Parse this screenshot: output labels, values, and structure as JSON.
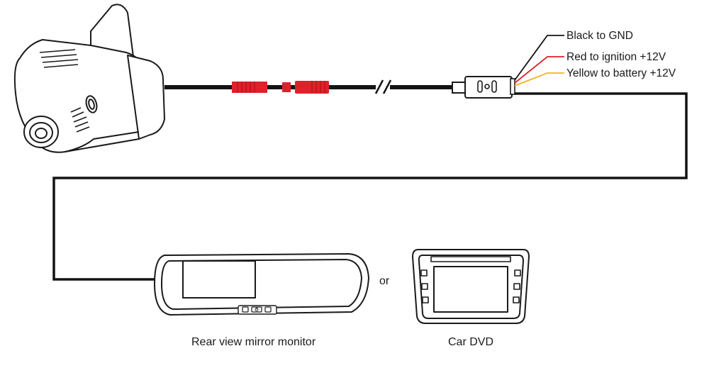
{
  "wire_labels": {
    "black": "Black to GND",
    "red": "Red to ignition +12V",
    "yellow": "Yellow to battery +12V"
  },
  "captions": {
    "or": "or",
    "mirror": "Rear view mirror monitor",
    "dvd": "Car DVD"
  },
  "colors": {
    "cable": "#141414",
    "connector_red": "#e0202a",
    "wire_black": "#141414",
    "wire_red": "#e0202a",
    "wire_yellow": "#f5b51c",
    "outline": "#1a1a1a",
    "body_fill": "#ffffff"
  },
  "icons": {
    "camera": "dashcam-icon",
    "plug": "usb-plug-icon",
    "mirror": "rear-view-mirror-monitor-icon",
    "dvd": "car-dvd-unit-icon",
    "power": "power-icon"
  }
}
